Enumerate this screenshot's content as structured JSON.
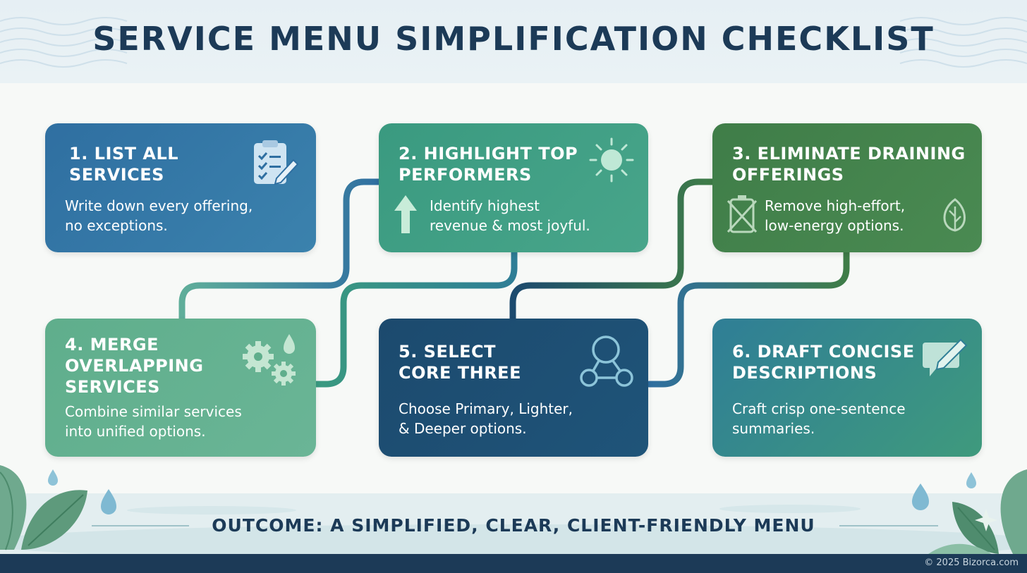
{
  "title": "SERVICE MENU SIMPLIFICATION CHECKLIST",
  "steps": [
    {
      "title": "1. LIST ALL\nSERVICES",
      "description": "Write down every offering,\nno exceptions.",
      "icon": "clipboard-checklist-icon",
      "color": "#2f6fa1"
    },
    {
      "title": "2. HIGHLIGHT TOP\nPERFORMERS",
      "description": "Identify highest\nrevenue & most joyful.",
      "icon": "sun-icon",
      "color": "#3a9a80"
    },
    {
      "title": "3. ELIMINATE DRAINING\nOFFERINGS",
      "description": "Remove high-effort,\nlow-energy options.",
      "icon": "empty-battery-icon",
      "color": "#3f7d48"
    },
    {
      "title": "4. MERGE\nOVERLAPPING\nSERVICES",
      "description": "Combine similar services\ninto unified options.",
      "icon": "gears-icon",
      "color": "#5fae8c"
    },
    {
      "title": "5. SELECT\nCORE THREE",
      "description": "Choose Primary, Lighter,\n& Deeper options.",
      "icon": "three-nodes-icon",
      "color": "#1c4a6e"
    },
    {
      "title": "6. DRAFT CONCISE\nDESCRIPTIONS",
      "description": "Craft crisp one-sentence\nsummaries.",
      "icon": "chat-pencil-icon",
      "color": "#2f7e96"
    }
  ],
  "outcome": "OUTCOME: A SIMPLIFIED, CLEAR, CLIENT-FRIENDLY MENU",
  "copyright": "© 2025 Bizorca.com"
}
